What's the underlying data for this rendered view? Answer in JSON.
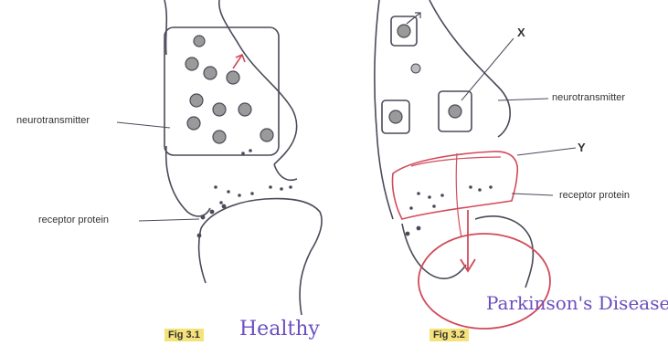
{
  "figures": {
    "left": {
      "caption": "Fig 3.1",
      "annotation": "Healthy",
      "labels": {
        "neurotransmitter": "neurotransmitter",
        "receptor": "receptor protein"
      }
    },
    "right": {
      "caption": "Fig 3.2",
      "annotation": "Parkinson's Disease",
      "labels": {
        "neurotransmitter": "neurotransmitter",
        "receptor": "receptor protein",
        "x": "X",
        "y": "Y"
      }
    }
  },
  "colors": {
    "ink": "#4a4a5a",
    "annotation_red": "#d24a5a",
    "annotation_purple": "#6a4fc0",
    "caption_highlight": "#f6e27a"
  }
}
